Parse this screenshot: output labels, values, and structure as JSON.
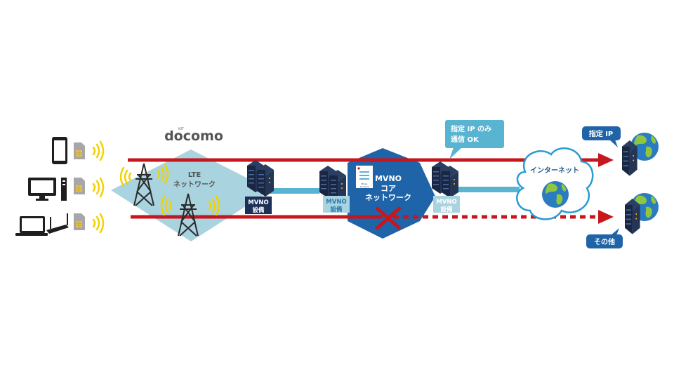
{
  "brand": {
    "logo_text": "docomo",
    "logo_sup": "NTT"
  },
  "lte": {
    "line1": "LTE",
    "line2": "ネットワーク"
  },
  "mvno_equipment": [
    {
      "line1": "MVNO",
      "line2": "設備",
      "style": "dark"
    },
    {
      "line1": "MVNO",
      "line2": "設備",
      "style": "light"
    },
    {
      "line1": "MVNO",
      "line2": "設備",
      "style": "light"
    }
  ],
  "core": {
    "line1": "MVNO",
    "line2": "コア",
    "line3": "ネットワーク",
    "logo_text1": "Mineo",
    "logo_text2": "Connect"
  },
  "callout_allowed": {
    "line1": "指定 IP のみ",
    "line2": "通信 OK"
  },
  "internet": {
    "label": "インターネット"
  },
  "destinations": [
    {
      "label": "指定 IP",
      "status": "allowed"
    },
    {
      "label": "その他",
      "status": "blocked"
    }
  ],
  "devices": [
    "smartphone-icon",
    "desktop-icon",
    "laptop-router-icon"
  ],
  "colors": {
    "red": "#c8161e",
    "light_blue": "#a9d3de",
    "core_blue": "#1f63a8",
    "cyan": "#59b4d1",
    "navy": "#1c2f57",
    "yellow": "#f2d200"
  }
}
